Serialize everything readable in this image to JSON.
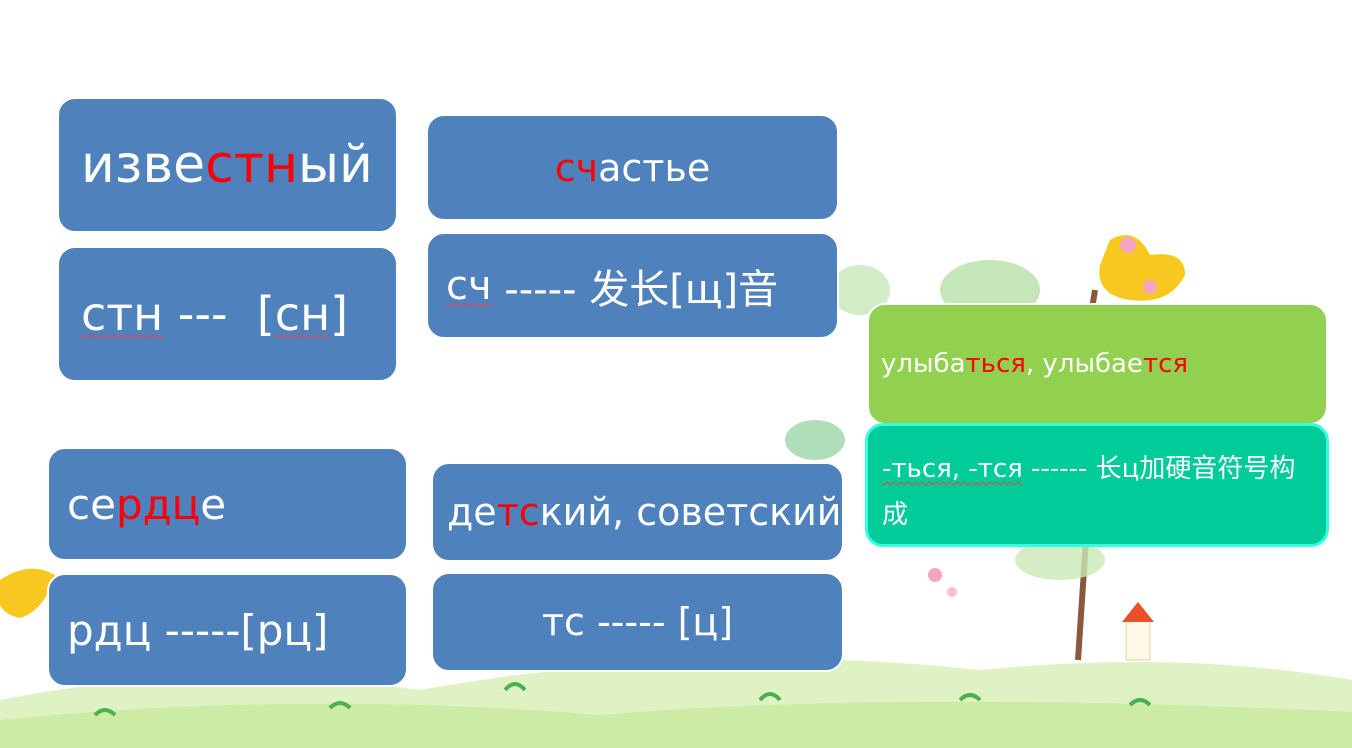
{
  "boxes": {
    "b1": {
      "pre": "изве",
      "hl": "стн",
      "post": "ый"
    },
    "b2": {
      "a": "стн",
      "b": " ---  [",
      "c": "сн",
      "d": "]"
    },
    "b3": {
      "hl": "сч",
      "post": "астье"
    },
    "b4": {
      "a": "сч",
      "b": " ----- 发长[щ]音"
    },
    "b5": {
      "pre": "се",
      "hl": "рдц",
      "post": "е"
    },
    "b6": {
      "text": "рдц -----[рц]"
    },
    "b7": {
      "pre": "де",
      "hl": "тс",
      "post": "кий, советский"
    },
    "b8": {
      "text": "тс ----- [ц]"
    },
    "b9": {
      "p1": "улыба",
      "h1": "ться",
      "p2": ", улыбае",
      "h2": "тся"
    },
    "b10": {
      "a": "-ться, -",
      "b": "тся",
      "c": " ------ 长ц加硬音符号构成"
    }
  },
  "colors": {
    "box_blue": "#4f81bd",
    "box_green": "#92d050",
    "box_teal": "#00cc99",
    "highlight": "#ff0000"
  }
}
